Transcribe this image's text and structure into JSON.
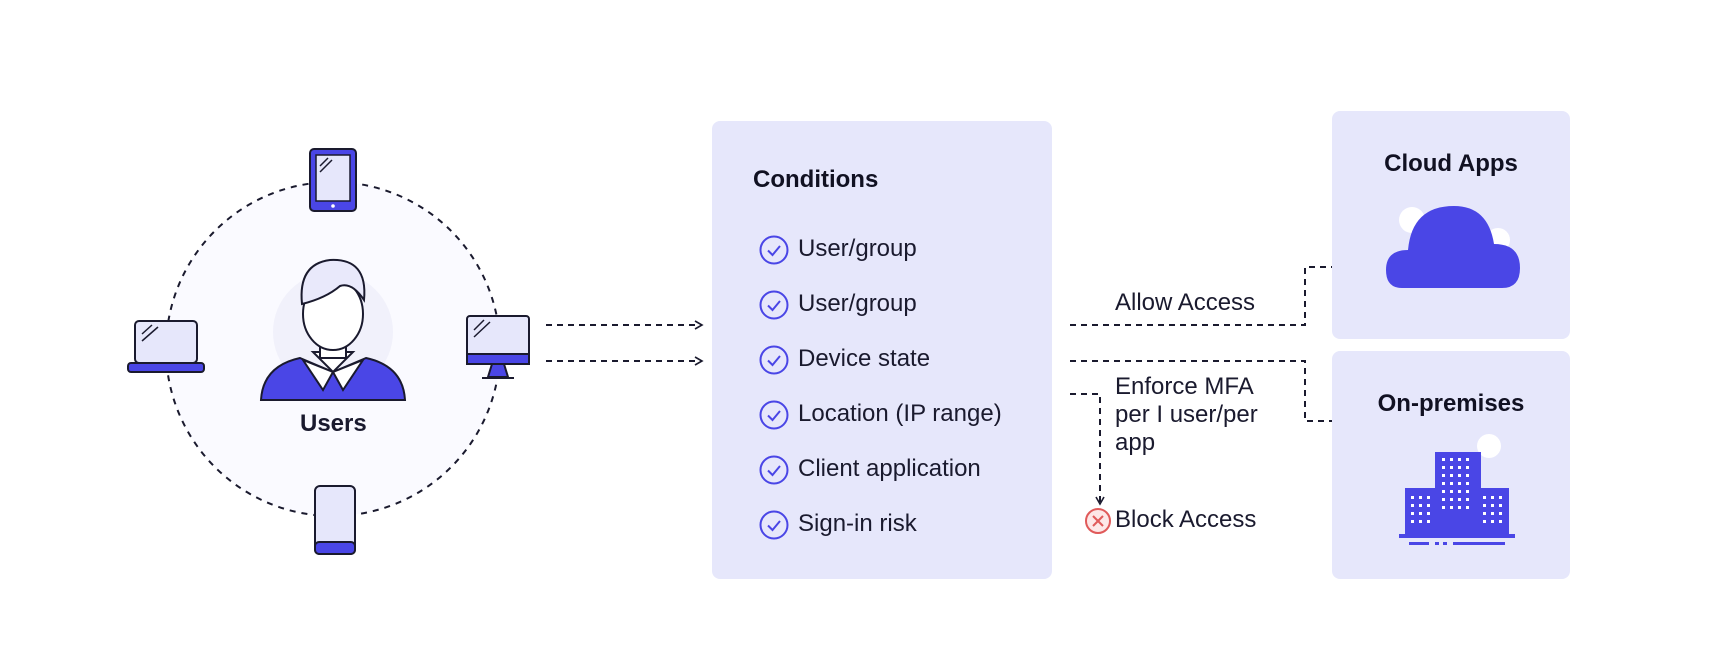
{
  "users": {
    "label": "Users"
  },
  "conditions": {
    "title": "Conditions",
    "items": [
      "User/group",
      "User/group",
      "Device state",
      "Location (IP range)",
      "Client application",
      "Sign-in risk"
    ]
  },
  "routes": {
    "allow": "Allow Access",
    "mfa": "Enforce MFA per I user/per app",
    "block": "Block Access"
  },
  "targets": {
    "cloud": "Cloud Apps",
    "onprem": "On-premises"
  },
  "colors": {
    "accent": "#4a46e6",
    "panel": "#e6e7fb",
    "block": "#e05a5a"
  },
  "icons": {
    "devices": [
      "tablet-icon",
      "laptop-icon",
      "monitor-icon",
      "phone-icon"
    ],
    "user": "user-avatar-icon",
    "check": "check-circle-icon",
    "block": "x-circle-icon",
    "cloud": "cloud-icon",
    "building": "building-icon"
  }
}
